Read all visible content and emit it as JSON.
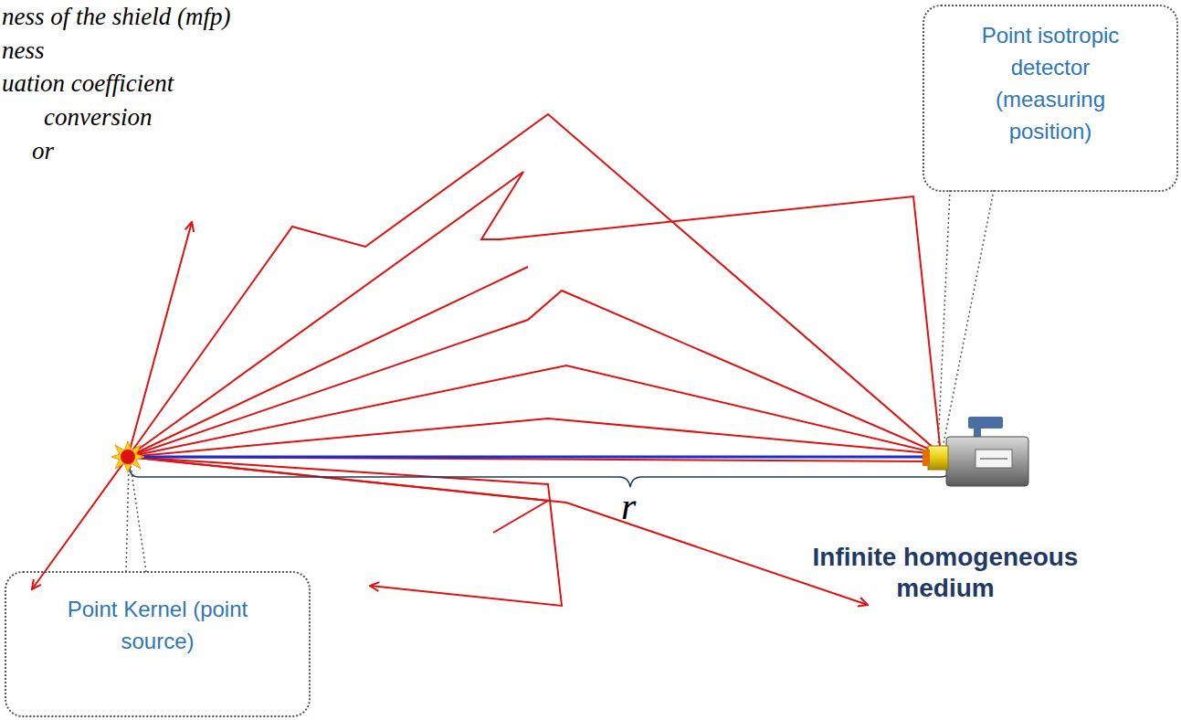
{
  "diagram": {
    "nodes": [
      {
        "text": [
          "Point isotropic detector (measuring position)"
        ]
      },
      {
        "text": [
          "Point Kernel (point source)"
        ]
      }
    ],
    "labels": [
      "ness of the shield (mfp)",
      "ness",
      "uation coefficient",
      "conversion",
      "or",
      "r",
      "Infinite homogeneous medium"
    ]
  }
}
